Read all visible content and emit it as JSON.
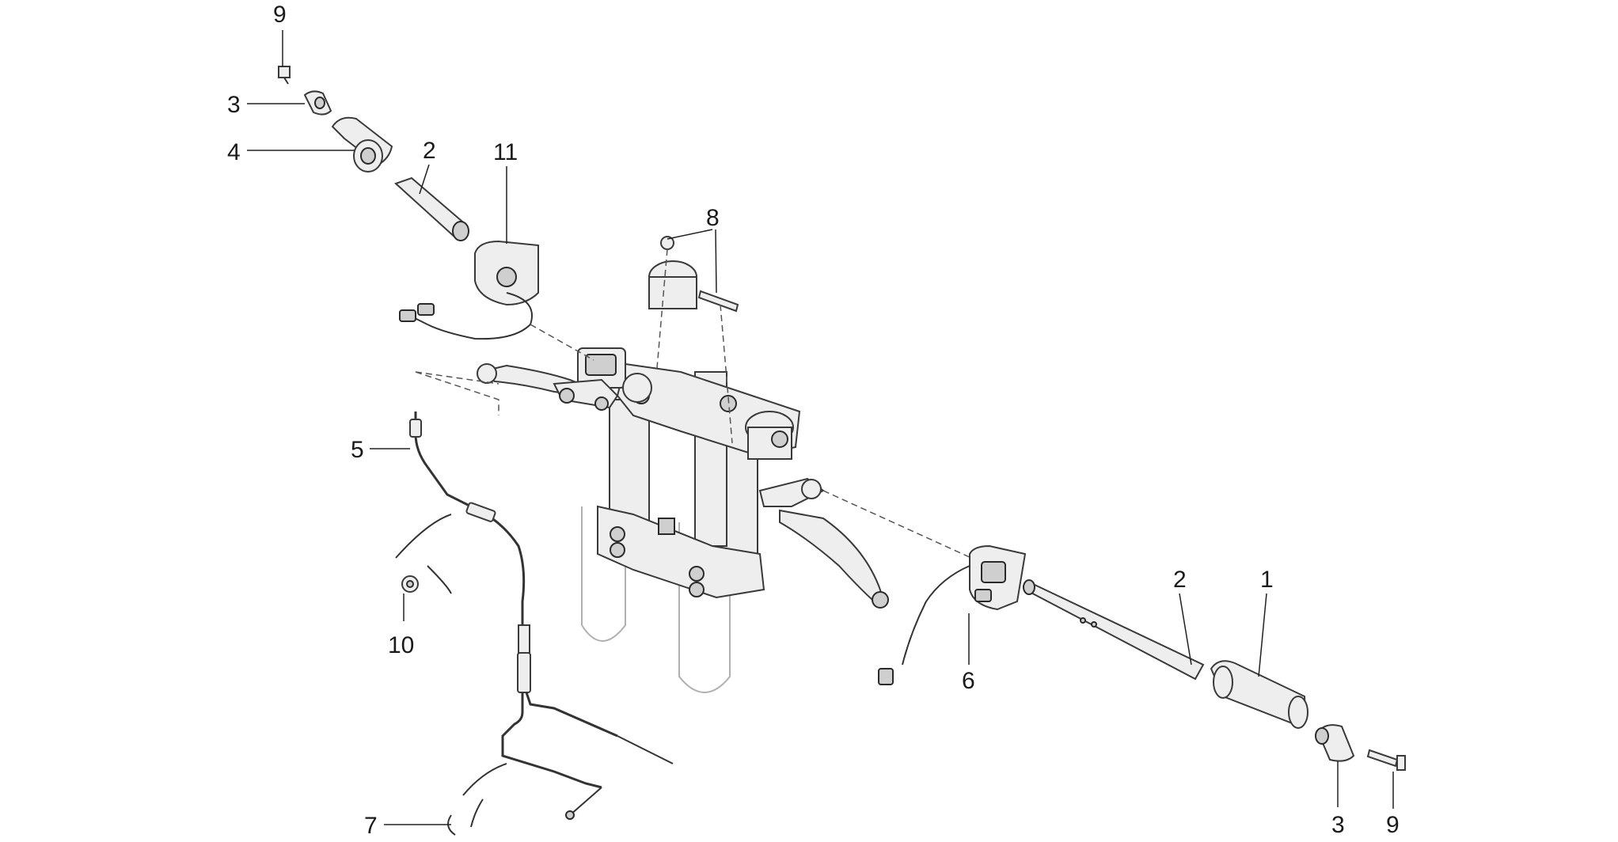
{
  "callouts": {
    "c9_top": "9",
    "c3_top": "3",
    "c4": "4",
    "c2_top": "2",
    "c11": "11",
    "c8": "8",
    "c5": "5",
    "c10": "10",
    "c7": "7",
    "c6": "6",
    "c2_right": "2",
    "c1": "1",
    "c3_bottom": "3",
    "c9_bottom": "9"
  }
}
